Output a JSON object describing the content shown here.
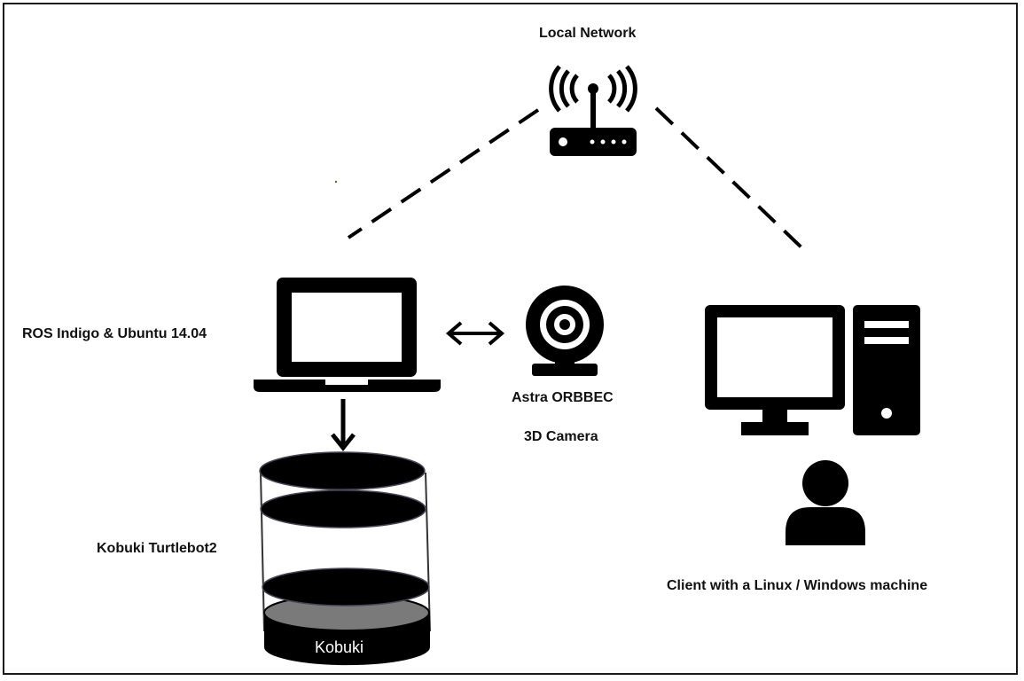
{
  "labels": {
    "network": "Local Network",
    "robot_os": "ROS Indigo & Ubuntu 14.04",
    "camera_line1": "Astra ORBBEC",
    "camera_line2": "3D Camera",
    "robot": "Kobuki Turtlebot2",
    "base": "Kobuki",
    "client": "Client with a Linux / Windows machine"
  },
  "connections": [
    {
      "from": "router",
      "to": "laptop",
      "style": "dashed"
    },
    {
      "from": "router",
      "to": "desktop",
      "style": "dashed"
    },
    {
      "from": "laptop",
      "to": "camera",
      "style": "bidirectional-arrow"
    },
    {
      "from": "laptop",
      "to": "robot",
      "style": "arrow"
    }
  ]
}
